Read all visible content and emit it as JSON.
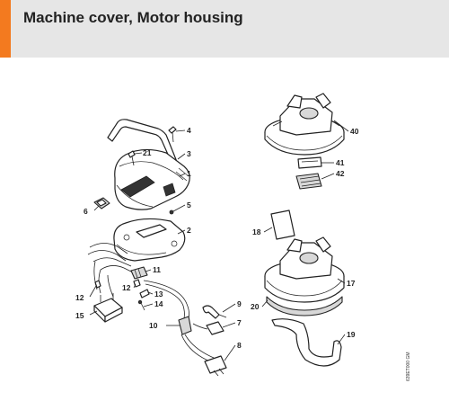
{
  "header": {
    "title": "Machine cover, Motor housing",
    "accent_color": "#f37a1f",
    "background_color": "#e6e6e6"
  },
  "parts": {
    "p1": "1",
    "p2": "2",
    "p3": "3",
    "p4": "4",
    "p5": "5",
    "p6": "6",
    "p7": "7",
    "p8": "8",
    "p9": "9",
    "p10": "10",
    "p11": "11",
    "p12a": "12",
    "p12b": "12",
    "p13": "13",
    "p14": "14",
    "p15": "15",
    "p17": "17",
    "p18": "18",
    "p19": "19",
    "p20": "20",
    "p21": "21",
    "p40": "40",
    "p41": "41",
    "p42": "42"
  },
  "drawing_code": "639ET000 GM"
}
